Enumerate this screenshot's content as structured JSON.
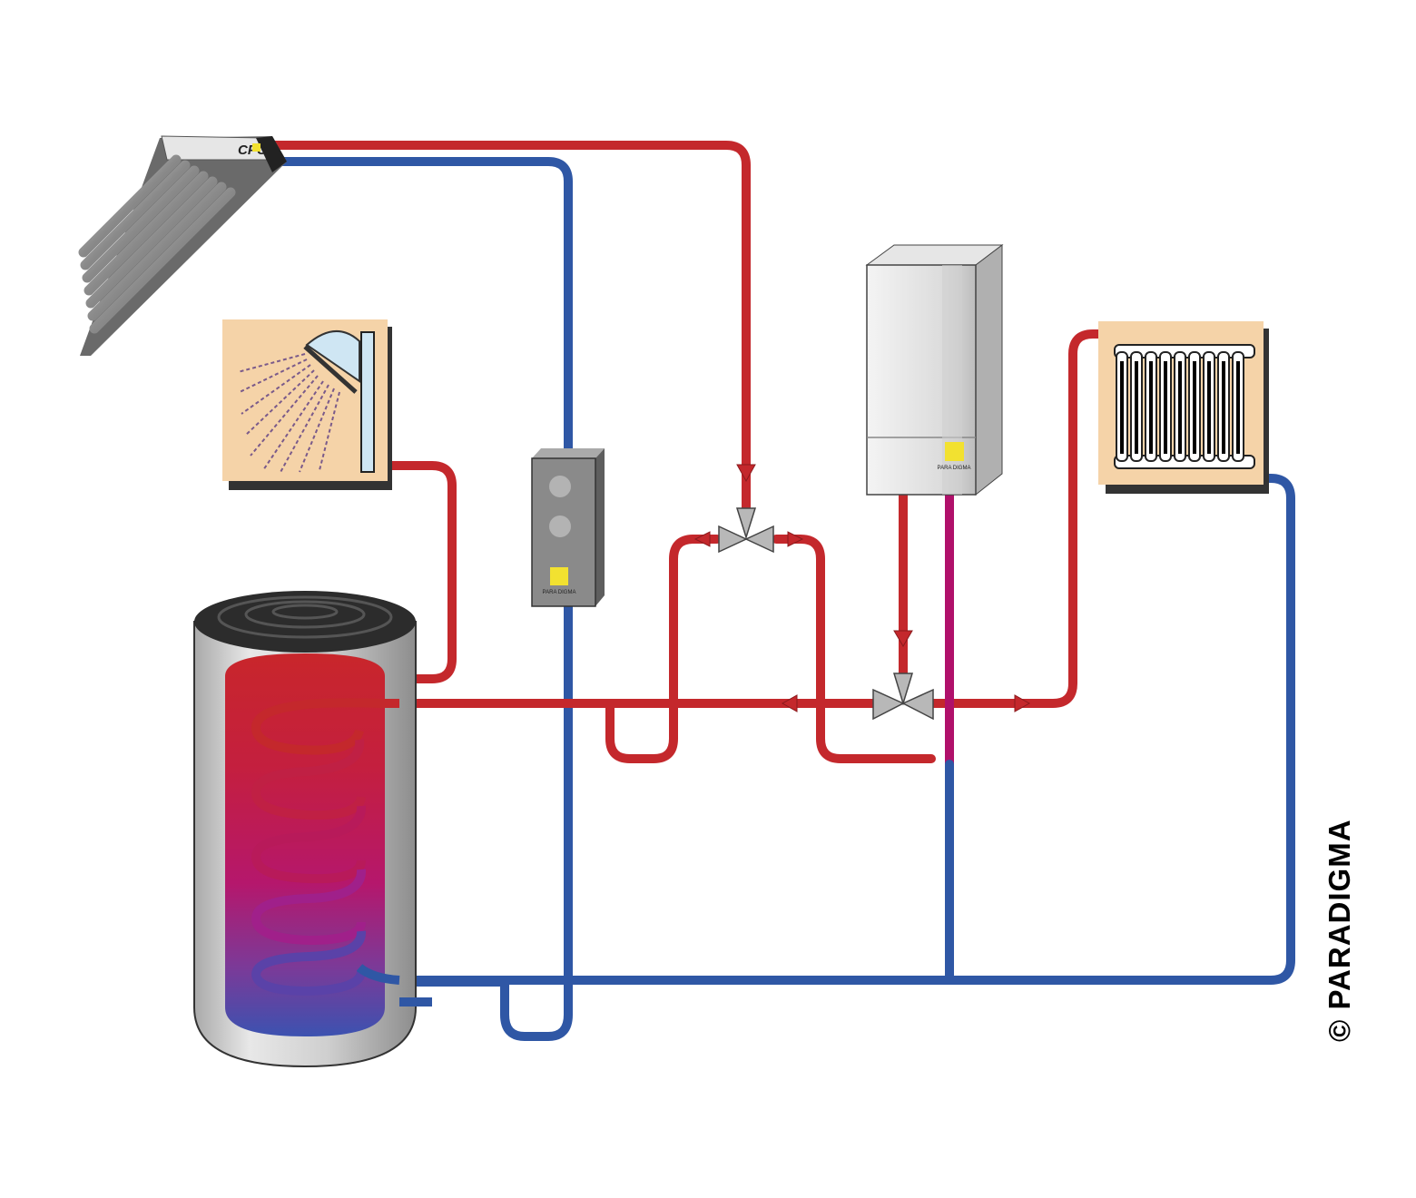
{
  "copyright": {
    "symbol": "©",
    "brand": "PARADIGMA"
  },
  "collector_brand": "CPC",
  "device_badge": "PARA DIGMA",
  "colors": {
    "hot_pipe": "#c4282c",
    "cold_pipe": "#2f57a5",
    "mixed_pipe": "#b0106a",
    "badge_yellow": "#f2e130",
    "panel_beige": "#f5d3a8",
    "text": "#222222"
  },
  "components": [
    {
      "id": "solar-collector",
      "icon": "vacuum-tube-collector"
    },
    {
      "id": "shower-panel",
      "icon": "shower-icon"
    },
    {
      "id": "storage-tank",
      "icon": "hot-water-cylinder"
    },
    {
      "id": "solar-station",
      "icon": "pump-station"
    },
    {
      "id": "mixing-valve-top",
      "icon": "three-way-valve"
    },
    {
      "id": "boiler",
      "icon": "wall-boiler"
    },
    {
      "id": "mixing-valve-bottom",
      "icon": "three-way-valve"
    },
    {
      "id": "radiator-panel",
      "icon": "radiator-icon"
    }
  ]
}
